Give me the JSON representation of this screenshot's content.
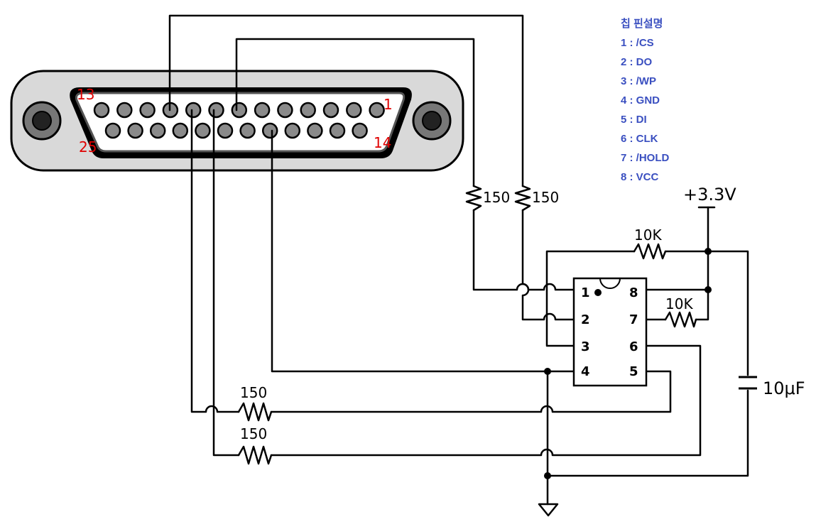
{
  "legend": {
    "title": "칩 핀설명",
    "items": [
      "1 : /CS",
      "2 : DO",
      "3 : /WP",
      "4 : GND",
      "5 : DI",
      "6 : CLK",
      "7 : /HOLD",
      "8 : VCC"
    ]
  },
  "connector": {
    "label_13": "13",
    "label_1": "1",
    "label_25": "25",
    "label_14": "14"
  },
  "chip": {
    "pins_left": [
      "1",
      "2",
      "3",
      "4"
    ],
    "pins_right": [
      "8",
      "7",
      "6",
      "5"
    ]
  },
  "components": {
    "r_top_a": "150",
    "r_top_b": "150",
    "r_pullup_8": "10K",
    "r_pullup_7": "10K",
    "r_bottom_a": "150",
    "r_bottom_b": "150",
    "capacitor": "10μF",
    "supply": "+3.3V"
  },
  "colors": {
    "legend": "#3a4fc0",
    "pin_labels": "#e00000",
    "connector_body": "#d9d9d9",
    "pin": "#8a8a8a"
  }
}
